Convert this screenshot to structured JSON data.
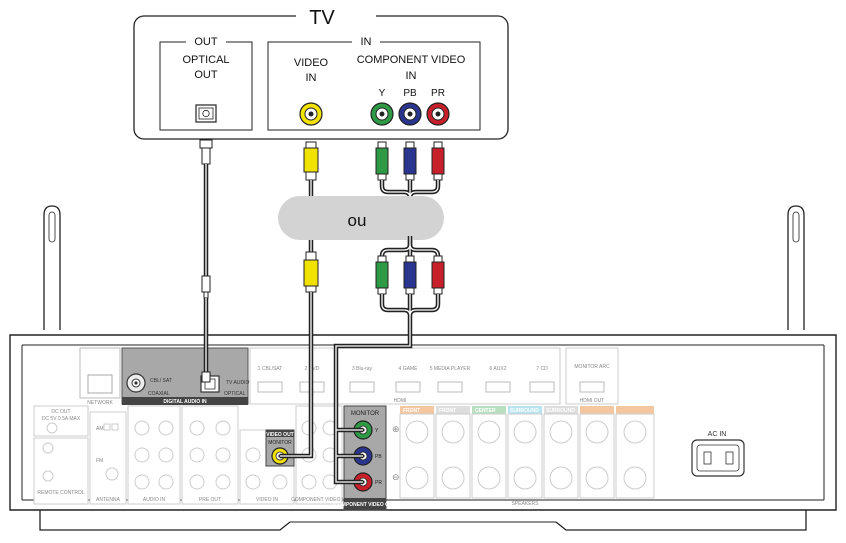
{
  "tv": {
    "title": "TV",
    "out_group": "OUT",
    "in_group": "IN",
    "optical_line1": "OPTICAL",
    "optical_line2": "OUT",
    "video_line1": "VIDEO",
    "video_line2": "IN",
    "component_line1": "COMPONENT VIDEO",
    "component_line2": "IN",
    "y_label": "Y",
    "pb_label": "PB",
    "pr_label": "PR"
  },
  "divider_label": "ou",
  "receiver": {
    "network": "NETWORK",
    "digital_audio_in": "DIGITAL AUDIO IN",
    "coaxial": "COAXIAL",
    "optical": "OPTICAL",
    "cbl_sat": "CBL/ SAT",
    "tv_audio": "TV AUDIO",
    "hdmi_inputs": [
      "1 CBL/SAT",
      "2 DVD",
      "3 Blu-ray",
      "4 GAME",
      "5 MEDIA PLAYER",
      "6 AUX2",
      "7 CD"
    ],
    "hdmi_label": "HDMI",
    "monitor_arc": "MONITOR ARC",
    "hdmi_out": "HDMI OUT",
    "dc_out": "DC OUT",
    "dc_spec": "DC 5V 0.5A MAX",
    "remote_control": "REMOTE CONTROL",
    "antenna": "ANTENNA",
    "am": "AM",
    "fm": "FM",
    "audio_in": "AUDIO IN",
    "pre_out": "PRE OUT",
    "video_in": "VIDEO IN",
    "video_out": "VIDEO OUT",
    "monitor": "MONITOR",
    "component_video_in": "COMPONENT VIDEO IN",
    "component_video_out": "COMPONENT VIDEO OUT",
    "speakers": "SPEAKERS",
    "speaker_groups": [
      "FRONT",
      "FRONT",
      "CENTER",
      "SURROUND",
      "SURROUND",
      "",
      ""
    ],
    "ac_in": "AC IN",
    "y": "Y",
    "pb": "PB",
    "pr": "PR"
  },
  "colors": {
    "green": "#2e9a45",
    "blue": "#2a3590",
    "red": "#c8202a",
    "yellow": "#f2e200",
    "panel_dark": "#a8a8a8"
  }
}
